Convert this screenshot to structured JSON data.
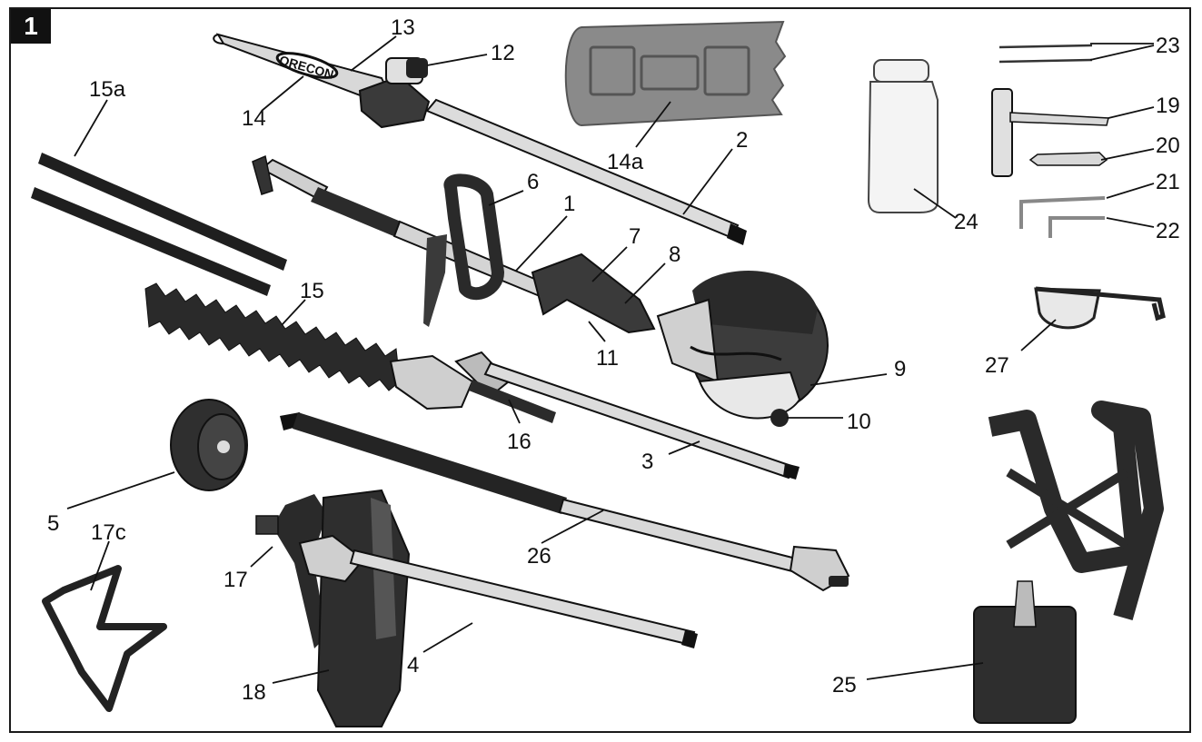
{
  "figure": {
    "number": "1"
  },
  "brand_text": "ORECON",
  "colors": {
    "line": "#111111",
    "dark": "#2a2a2a",
    "metal": "#cfcfcf",
    "mid": "#7a7a7a",
    "light": "#e6e6e6"
  },
  "callouts": [
    {
      "id": "1",
      "text": "1"
    },
    {
      "id": "2",
      "text": "2"
    },
    {
      "id": "3",
      "text": "3"
    },
    {
      "id": "4",
      "text": "4"
    },
    {
      "id": "5",
      "text": "5"
    },
    {
      "id": "6",
      "text": "6"
    },
    {
      "id": "7",
      "text": "7"
    },
    {
      "id": "8",
      "text": "8"
    },
    {
      "id": "9",
      "text": "9"
    },
    {
      "id": "10",
      "text": "10"
    },
    {
      "id": "11",
      "text": "11"
    },
    {
      "id": "12",
      "text": "12"
    },
    {
      "id": "13",
      "text": "13"
    },
    {
      "id": "14",
      "text": "14"
    },
    {
      "id": "14a",
      "text": "14a"
    },
    {
      "id": "15",
      "text": "15"
    },
    {
      "id": "15a",
      "text": "15a"
    },
    {
      "id": "16",
      "text": "16"
    },
    {
      "id": "17",
      "text": "17"
    },
    {
      "id": "17c",
      "text": "17c"
    },
    {
      "id": "18",
      "text": "18"
    },
    {
      "id": "19",
      "text": "19"
    },
    {
      "id": "20",
      "text": "20"
    },
    {
      "id": "21",
      "text": "21"
    },
    {
      "id": "22",
      "text": "22"
    },
    {
      "id": "23",
      "text": "23"
    },
    {
      "id": "24",
      "text": "24"
    },
    {
      "id": "25",
      "text": "25"
    },
    {
      "id": "26",
      "text": "26"
    },
    {
      "id": "27",
      "text": "27"
    }
  ]
}
